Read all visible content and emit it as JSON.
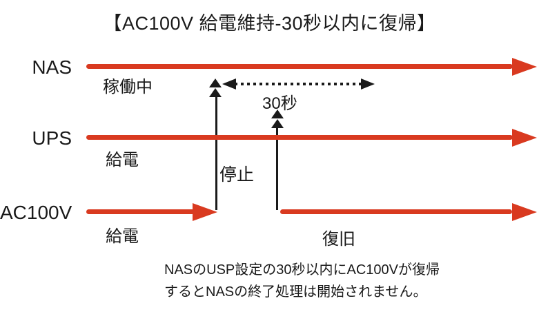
{
  "title": "【AC100V 給電維持-30秒以内に復帰】",
  "colors": {
    "line_red": "#d93a20",
    "ink": "#1a1a1a"
  },
  "rows": [
    {
      "label": "NAS",
      "sublabel": "稼働中"
    },
    {
      "label": "UPS",
      "sublabel": "給電"
    },
    {
      "label": "AC100V",
      "sublabel": "給電"
    }
  ],
  "annotations": {
    "stop": "停止",
    "restore": "復旧",
    "duration": "30秒"
  },
  "note": {
    "line1": "NASのUSP設定の30秒以内にAC100Vが復帰",
    "line2": "するとNASの終了処理は開始されません。"
  }
}
